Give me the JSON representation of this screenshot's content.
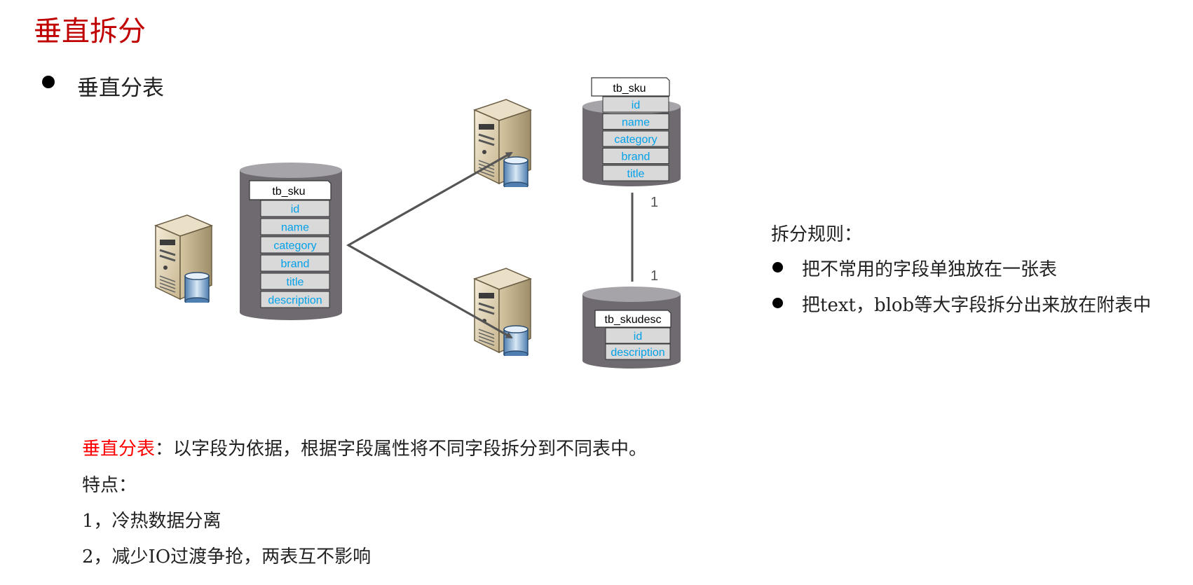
{
  "title": "垂直拆分",
  "bullet_main": "垂直分表",
  "diagram": {
    "source_table": {
      "name": "tb_sku",
      "fields": [
        "id",
        "name",
        "category",
        "brand",
        "title",
        "description"
      ]
    },
    "target_table_1": {
      "name": "tb_sku",
      "fields": [
        "id",
        "name",
        "category",
        "brand",
        "title"
      ]
    },
    "target_table_2": {
      "name": "tb_skudesc",
      "fields": [
        "id",
        "description"
      ]
    },
    "relation_label_top": "1",
    "relation_label_bottom": "1",
    "colors": {
      "field_text": "#00a0e9",
      "field_bg": "#d9d9d9",
      "cylinder": "#6e6a70",
      "cylinder_top": "#a7a4a9",
      "arrow": "#555555"
    }
  },
  "rules": {
    "heading": "拆分规则：",
    "items": [
      "把不常用的字段单独放在一张表",
      "把text，blob等大字段拆分出来放在附表中"
    ]
  },
  "description": {
    "term": "垂直分表",
    "definition": "：以字段为依据，根据字段属性将不同字段拆分到不同表中。",
    "features_heading": "特点：",
    "features": [
      "1，冷热数据分离",
      "2，减少IO过渡争抢，两表互不影响"
    ]
  }
}
